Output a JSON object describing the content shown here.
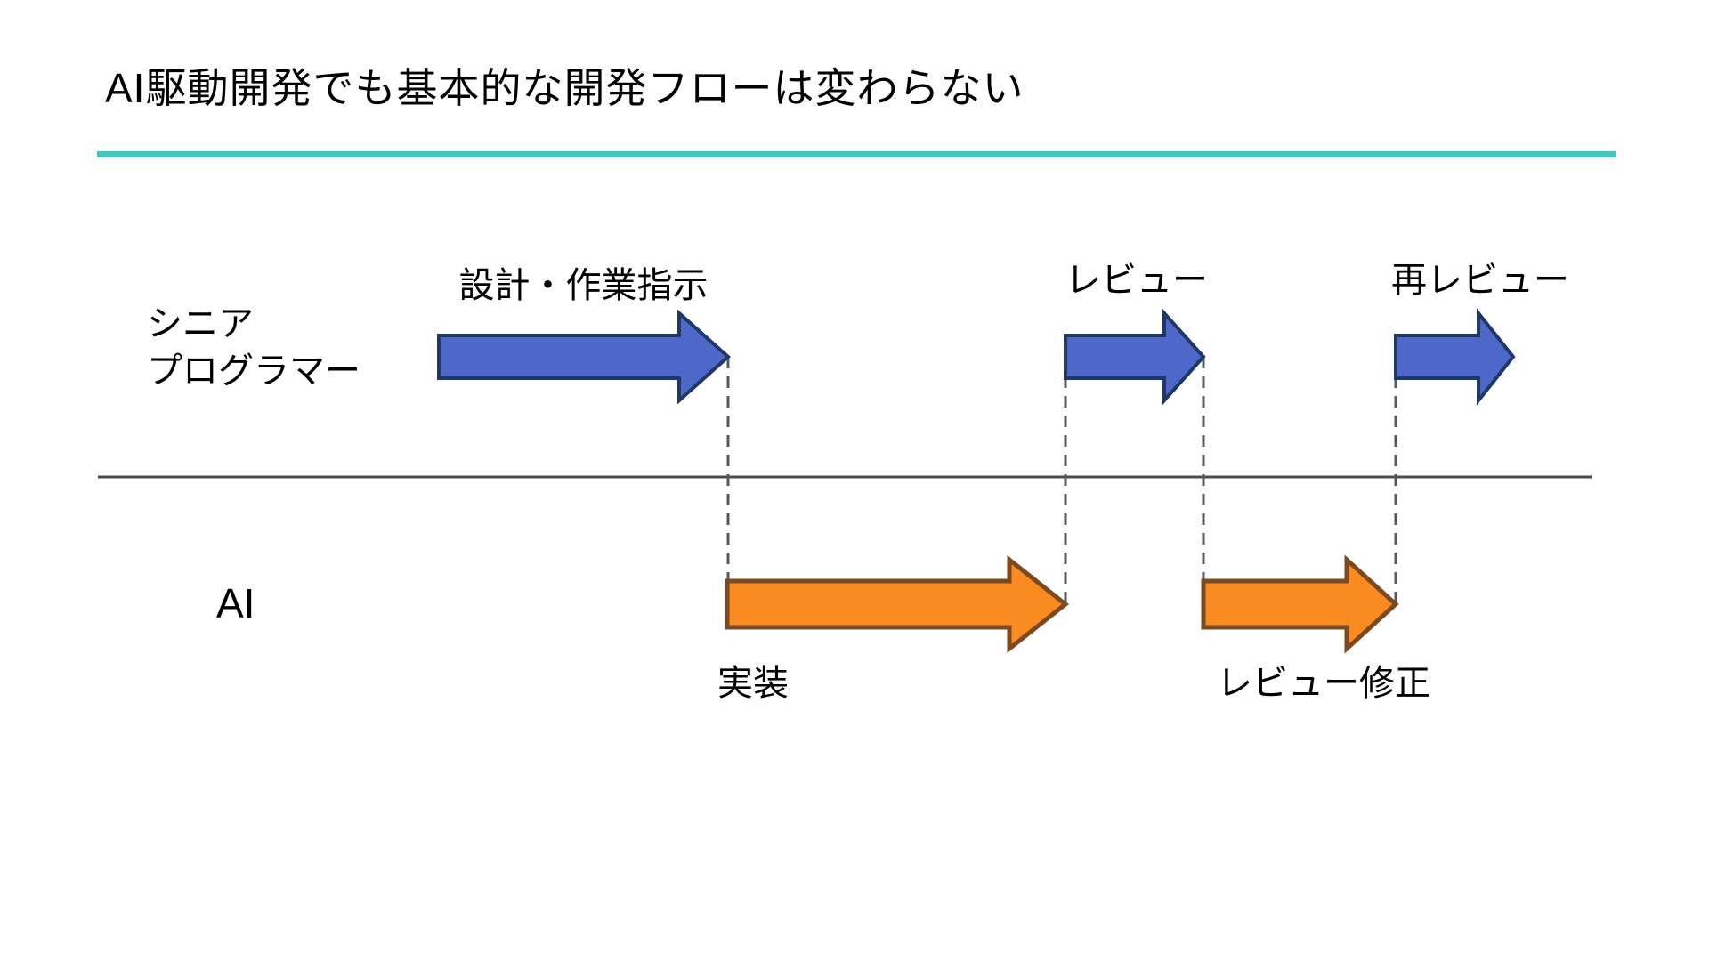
{
  "slide": {
    "title": "AI駆動開発でも基本的な開発フローは変わらない"
  },
  "colors": {
    "accent-teal": "#45C5BB",
    "blue-fill": "#4D68C8",
    "blue-stroke": "#203864",
    "orange-fill": "#FA8B20",
    "orange-stroke": "#7C4A21",
    "divider": "#4D4D4D",
    "dashed": "#595959",
    "text": "#000000",
    "bg": "#FFFFFF"
  },
  "lanes": [
    {
      "id": "senior-programmer",
      "label": "シニア\nプログラマー"
    },
    {
      "id": "ai",
      "label": "AI"
    }
  ],
  "steps": [
    {
      "id": "design-instruction",
      "actor": "senior-programmer",
      "label": "設計・作業指示",
      "color": "blue"
    },
    {
      "id": "implementation",
      "actor": "ai",
      "label": "実装",
      "color": "orange"
    },
    {
      "id": "review",
      "actor": "senior-programmer",
      "label": "レビュー",
      "color": "blue"
    },
    {
      "id": "review-fix",
      "actor": "ai",
      "label": "レビュー修正",
      "color": "orange"
    },
    {
      "id": "re-review",
      "actor": "senior-programmer",
      "label": "再レビュー",
      "color": "blue"
    }
  ]
}
